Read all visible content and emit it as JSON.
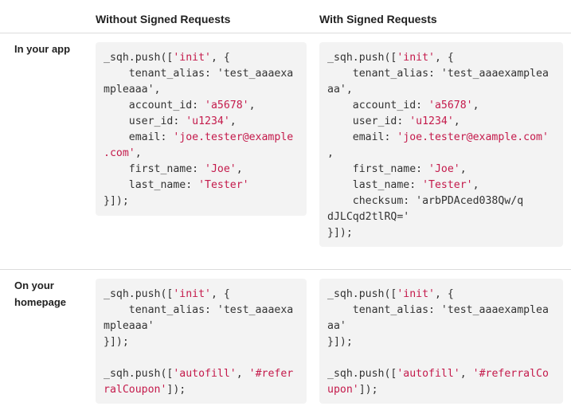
{
  "headers": {
    "col_without": "Without Signed Requests",
    "col_with": "With Signed Requests"
  },
  "rows": {
    "app": {
      "label": "In your app",
      "without_code": [
        [
          [
            "p",
            "_sqh.push(["
          ],
          [
            "s",
            "'init'"
          ],
          [
            "p",
            ", {"
          ]
        ],
        [
          [
            "p",
            "    tenant_alias: "
          ],
          [
            "p",
            "'test_aaaexa"
          ]
        ],
        [
          [
            "p",
            "mpleaaa'"
          ],
          [
            "p",
            ","
          ]
        ],
        [
          [
            "p",
            "    account_id: "
          ],
          [
            "s",
            "'a5678'"
          ],
          [
            "p",
            ","
          ]
        ],
        [
          [
            "p",
            "    user_id: "
          ],
          [
            "s",
            "'u1234'"
          ],
          [
            "p",
            ","
          ]
        ],
        [
          [
            "p",
            "    email: "
          ],
          [
            "s",
            "'joe.tester@example"
          ]
        ],
        [
          [
            "s",
            ".com'"
          ],
          [
            "p",
            ","
          ]
        ],
        [
          [
            "p",
            "    first_name: "
          ],
          [
            "s",
            "'Joe'"
          ],
          [
            "p",
            ","
          ]
        ],
        [
          [
            "p",
            "    last_name: "
          ],
          [
            "s",
            "'Tester'"
          ]
        ],
        [
          [
            "p",
            "}]);"
          ]
        ]
      ],
      "with_code": [
        [
          [
            "p",
            "_sqh.push(["
          ],
          [
            "s",
            "'init'"
          ],
          [
            "p",
            ", {"
          ]
        ],
        [
          [
            "p",
            "    tenant_alias: "
          ],
          [
            "p",
            "'test_aaaexamplea"
          ]
        ],
        [
          [
            "p",
            "aa'"
          ],
          [
            "p",
            ","
          ]
        ],
        [
          [
            "p",
            "    account_id: "
          ],
          [
            "s",
            "'a5678'"
          ],
          [
            "p",
            ","
          ]
        ],
        [
          [
            "p",
            "    user_id: "
          ],
          [
            "s",
            "'u1234'"
          ],
          [
            "p",
            ","
          ]
        ],
        [
          [
            "p",
            "    email: "
          ],
          [
            "s",
            "'joe.tester@example.com'"
          ]
        ],
        [
          [
            "p",
            ","
          ]
        ],
        [
          [
            "p",
            "    first_name: "
          ],
          [
            "s",
            "'Joe'"
          ],
          [
            "p",
            ","
          ]
        ],
        [
          [
            "p",
            "    last_name: "
          ],
          [
            "s",
            "'Tester'"
          ],
          [
            "p",
            ","
          ]
        ],
        [
          [
            "p",
            "    checksum: "
          ],
          [
            "p",
            "'arbPDAced038Qw/q"
          ]
        ],
        [
          [
            "p",
            "dJLCqd2tlRQ='"
          ]
        ],
        [
          [
            "p",
            "}]);"
          ]
        ]
      ]
    },
    "homepage": {
      "label": "On your homepage",
      "without_code": [
        [
          [
            "p",
            "_sqh.push(["
          ],
          [
            "s",
            "'init'"
          ],
          [
            "p",
            ", {"
          ]
        ],
        [
          [
            "p",
            "    tenant_alias: "
          ],
          [
            "p",
            "'test_aaaexa"
          ]
        ],
        [
          [
            "p",
            "mpleaaa'"
          ]
        ],
        [
          [
            "p",
            "}]);"
          ]
        ],
        [
          [
            "p",
            ""
          ]
        ],
        [
          [
            "p",
            "_sqh.push(["
          ],
          [
            "s",
            "'autofill'"
          ],
          [
            "p",
            ", "
          ],
          [
            "s",
            "'#refer"
          ]
        ],
        [
          [
            "s",
            "ralCoupon'"
          ],
          [
            "p",
            "]);"
          ]
        ]
      ],
      "with_code": [
        [
          [
            "p",
            "_sqh.push(["
          ],
          [
            "s",
            "'init'"
          ],
          [
            "p",
            ", {"
          ]
        ],
        [
          [
            "p",
            "    tenant_alias: "
          ],
          [
            "p",
            "'test_aaaexamplea"
          ]
        ],
        [
          [
            "p",
            "aa'"
          ]
        ],
        [
          [
            "p",
            "}]);"
          ]
        ],
        [
          [
            "p",
            ""
          ]
        ],
        [
          [
            "p",
            "_sqh.push(["
          ],
          [
            "s",
            "'autofill'"
          ],
          [
            "p",
            ", "
          ],
          [
            "s",
            "'#referralCo"
          ]
        ],
        [
          [
            "s",
            "upon'"
          ],
          [
            "p",
            "]);"
          ]
        ]
      ]
    }
  }
}
